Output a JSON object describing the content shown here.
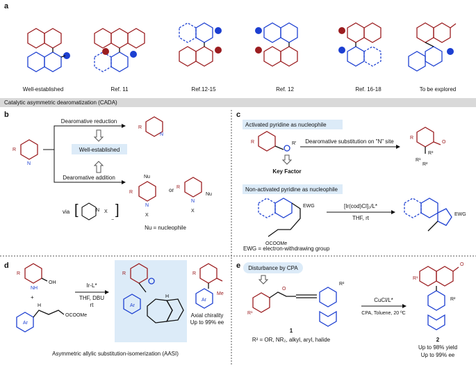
{
  "panels": {
    "a": {
      "label": "a",
      "items": [
        {
          "caption": "Well-established"
        },
        {
          "caption": "Ref. 11"
        },
        {
          "caption": "Ref.12-15"
        },
        {
          "caption": "Ref. 12"
        },
        {
          "caption": "Ref. 16-18"
        },
        {
          "caption": "To be explored"
        }
      ],
      "banner": "Catalytic asymmetric dearomatization (CADA)"
    },
    "b": {
      "label": "b",
      "reduction": "Dearomative reduction",
      "addition": "Dearomative addition",
      "well_established": "Well-established",
      "via": "via",
      "or": "or",
      "nu_note": "Nu = nucleophile",
      "atoms": {
        "R": "R",
        "N": "N",
        "Nu": "Nu",
        "X": "X",
        "X_plus": "X",
        "minus": "−"
      }
    },
    "c": {
      "label": "c",
      "activated": "Activated pyridine as nucleophile",
      "activated_arrow": "Dearomative substitution on \"N\" site",
      "key_factor": "Key Factor",
      "non_activated": "Non-activated pyridine as nucleophile",
      "catalyst": "[Ir(cod)Cl]₂/L*",
      "conditions": "THF, rt",
      "ewg_note": "EWG = electron-withdrawing group",
      "atoms": {
        "EWG": "EWG",
        "OCOOMe": "OCOOMe",
        "R": "R",
        "R1": "R¹",
        "R2": "R²",
        "R3": "R³",
        "Rp": "R'"
      }
    },
    "d": {
      "label": "d",
      "catalyst": "Ir-L*",
      "conditions1": "THF, DBU",
      "conditions2": "rt",
      "axial": "Axial chirality",
      "ee": "Up to 99% ee",
      "caption": "Asymmetric allylic substitution-isomerization (AASI)",
      "atoms": {
        "R": "R",
        "OH": "OH",
        "Ar": "Ar",
        "OCOOMe": "OCOOMe",
        "Me": "Me",
        "H": "H",
        "plus": "+"
      }
    },
    "e": {
      "label": "e",
      "disturbance": "Disturbance by CPA",
      "catalyst": "CuCl/L*",
      "conditions": "CPA, Toluene, 20 ºC",
      "compound1": "1",
      "compound2": "2",
      "r2_note": "R² = OR, NR₂, alkyl, aryl, halide",
      "yield": "Up to 98% yield",
      "ee": "Up to 99% ee",
      "atoms": {
        "R1": "R¹",
        "R2": "R²"
      }
    }
  },
  "colors": {
    "red": "#9b1d20",
    "blue": "#1c3fd1",
    "banner": "#d9d9d9",
    "highlight": "#dcebf8"
  }
}
